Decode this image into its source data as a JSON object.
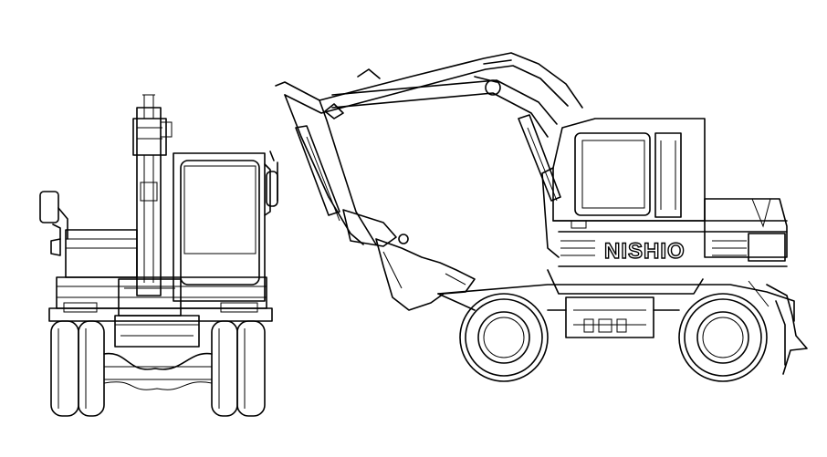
{
  "drawing": {
    "brand_text": "NISHIO",
    "line_color": "#000000",
    "background_color": "#ffffff",
    "views": [
      "front-view",
      "side-view"
    ]
  }
}
